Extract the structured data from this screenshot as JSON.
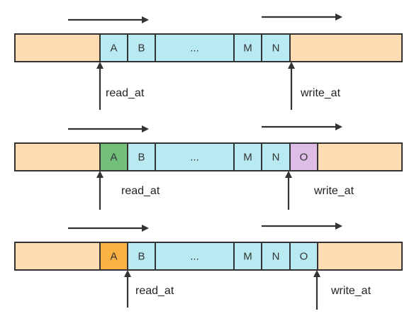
{
  "colors": {
    "empty": "#fcdcb0",
    "data": "#b9eaf2",
    "read": "#72c07a",
    "consumed": "#fbb244",
    "written": "#ddbde6",
    "stroke": "#333333"
  },
  "rows": [
    {
      "cells": [
        {
          "label": "",
          "state": "empty"
        },
        {
          "label": "A",
          "state": "data"
        },
        {
          "label": "B",
          "state": "data"
        },
        {
          "label": "...",
          "state": "data"
        },
        {
          "label": "M",
          "state": "data"
        },
        {
          "label": "N",
          "state": "data"
        },
        {
          "label": "",
          "state": "empty"
        }
      ],
      "read_label": "read_at",
      "write_label": "write_at"
    },
    {
      "cells": [
        {
          "label": "",
          "state": "empty"
        },
        {
          "label": "A",
          "state": "read"
        },
        {
          "label": "B",
          "state": "data"
        },
        {
          "label": "...",
          "state": "data"
        },
        {
          "label": "M",
          "state": "data"
        },
        {
          "label": "N",
          "state": "data"
        },
        {
          "label": "O",
          "state": "written"
        },
        {
          "label": "",
          "state": "empty"
        }
      ],
      "read_label": "read_at",
      "write_label": "write_at"
    },
    {
      "cells": [
        {
          "label": "",
          "state": "empty"
        },
        {
          "label": "A",
          "state": "consumed"
        },
        {
          "label": "B",
          "state": "data"
        },
        {
          "label": "...",
          "state": "data"
        },
        {
          "label": "M",
          "state": "data"
        },
        {
          "label": "N",
          "state": "data"
        },
        {
          "label": "O",
          "state": "data"
        },
        {
          "label": "",
          "state": "empty"
        }
      ],
      "read_label": "read_at",
      "write_label": "write_at"
    }
  ]
}
